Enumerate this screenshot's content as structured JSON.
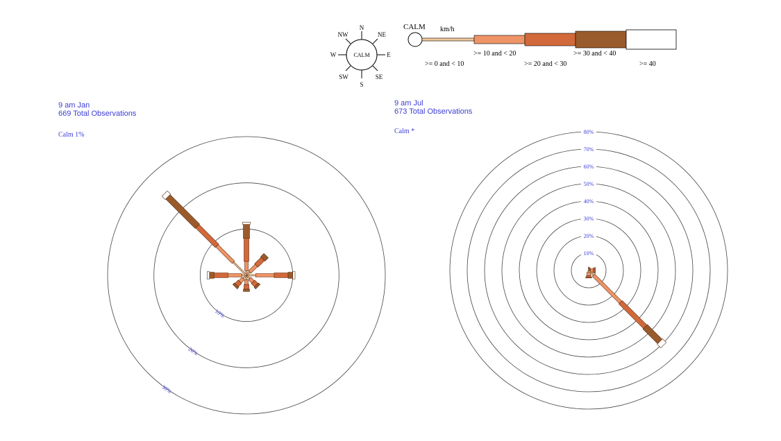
{
  "legend": {
    "calm_label": "CALM",
    "unit": "km/h",
    "compass": {
      "n": "N",
      "ne": "NE",
      "e": "E",
      "se": "SE",
      "s": "S",
      "sw": "SW",
      "w": "W",
      "nw": "NW",
      "center": "CALM"
    },
    "bins": [
      {
        "label": ">= 0 and < 10",
        "color": "#f2c79b"
      },
      {
        "label": ">= 10 and < 20",
        "color": "#ee9466"
      },
      {
        "label": ">= 20 and < 30",
        "color": "#d2693a"
      },
      {
        "label": ">= 30 and < 40",
        "color": "#9a5b2c"
      },
      {
        "label": ">= 40",
        "color": "#ffffff"
      }
    ]
  },
  "roses": [
    {
      "title": "9 am Jan",
      "observations": "669 Total Observations",
      "calm": "Calm 1%"
    },
    {
      "title": "9 am Jul",
      "observations": "673 Total Observations",
      "calm": "Calm *"
    }
  ],
  "chart_data": [
    {
      "type": "wind-rose",
      "title": "9 am Jan",
      "subtitle": "669 Total Observations",
      "calm": "Calm 1%",
      "ring_labels": [
        "10%",
        "20%",
        "30%"
      ],
      "rlim": [
        0,
        30
      ],
      "directions": [
        "N",
        "NE",
        "E",
        "SE",
        "S",
        "SW",
        "W",
        "NW"
      ],
      "bins": [
        ">= 0 and < 10",
        ">= 10 and < 20",
        ">= 20 and < 30",
        ">= 30 and < 40",
        ">= 40"
      ],
      "series": [
        {
          "direction": "N",
          "values": [
            1,
            2,
            5,
            3,
            0.5
          ]
        },
        {
          "direction": "NE",
          "values": [
            1,
            2,
            2,
            1,
            0
          ]
        },
        {
          "direction": "E",
          "values": [
            2,
            4,
            3,
            1,
            0.5
          ]
        },
        {
          "direction": "SE",
          "values": [
            1,
            1,
            1,
            0.5,
            0
          ]
        },
        {
          "direction": "S",
          "values": [
            1,
            1,
            1,
            0.5,
            0
          ]
        },
        {
          "direction": "SW",
          "values": [
            1,
            1,
            1,
            0.5,
            0
          ]
        },
        {
          "direction": "W",
          "values": [
            1,
            3,
            3,
            1,
            0.5
          ]
        },
        {
          "direction": "NW",
          "values": [
            4,
            5,
            6,
            9,
            1
          ]
        }
      ]
    },
    {
      "type": "wind-rose",
      "title": "9 am Jul",
      "subtitle": "673 Total Observations",
      "calm": "Calm *",
      "ring_labels": [
        "10%",
        "20%",
        "30%",
        "40%",
        "50%",
        "60%",
        "70%",
        "80%"
      ],
      "rlim": [
        0,
        80
      ],
      "directions": [
        "N",
        "NE",
        "E",
        "SE",
        "S",
        "SW",
        "W",
        "NW"
      ],
      "bins": [
        ">= 0 and < 10",
        ">= 10 and < 20",
        ">= 20 and < 30",
        ">= 30 and < 40",
        ">= 40"
      ],
      "series": [
        {
          "direction": "N",
          "values": [
            0,
            0,
            0,
            0,
            0
          ]
        },
        {
          "direction": "NE",
          "values": [
            0.5,
            0.5,
            0.5,
            0,
            0
          ]
        },
        {
          "direction": "E",
          "values": [
            1,
            1.5,
            1,
            0.3,
            0
          ]
        },
        {
          "direction": "SE",
          "values": [
            4,
            22,
            20,
            12,
            3
          ]
        },
        {
          "direction": "S",
          "values": [
            1,
            2,
            1,
            0.3,
            0
          ]
        },
        {
          "direction": "SW",
          "values": [
            0,
            0,
            0,
            0,
            0
          ]
        },
        {
          "direction": "W",
          "values": [
            0,
            0,
            0,
            0,
            0
          ]
        },
        {
          "direction": "NW",
          "values": [
            0,
            0,
            0,
            0,
            0
          ]
        }
      ]
    }
  ]
}
